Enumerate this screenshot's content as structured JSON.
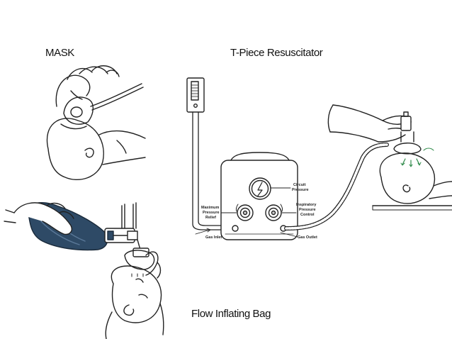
{
  "captions": {
    "mask": "MASK",
    "t_piece": "T-Piece Resuscitator",
    "flow_bag": "Flow Inflating Bag"
  },
  "device_labels": {
    "circuit_pressure": [
      "Circuit",
      "Pressure"
    ],
    "max_pressure_relief": [
      "Maximum",
      "Pressure",
      "Relief"
    ],
    "inspiratory_pressure_control": [
      "Inspiratory",
      "Pressure",
      "Control"
    ],
    "gas_inlet": "Gas Inlet",
    "gas_outlet": "Gas Outlet"
  },
  "colors": {
    "line": "#222222",
    "bag": "#2e4a66",
    "text": "#111111"
  }
}
